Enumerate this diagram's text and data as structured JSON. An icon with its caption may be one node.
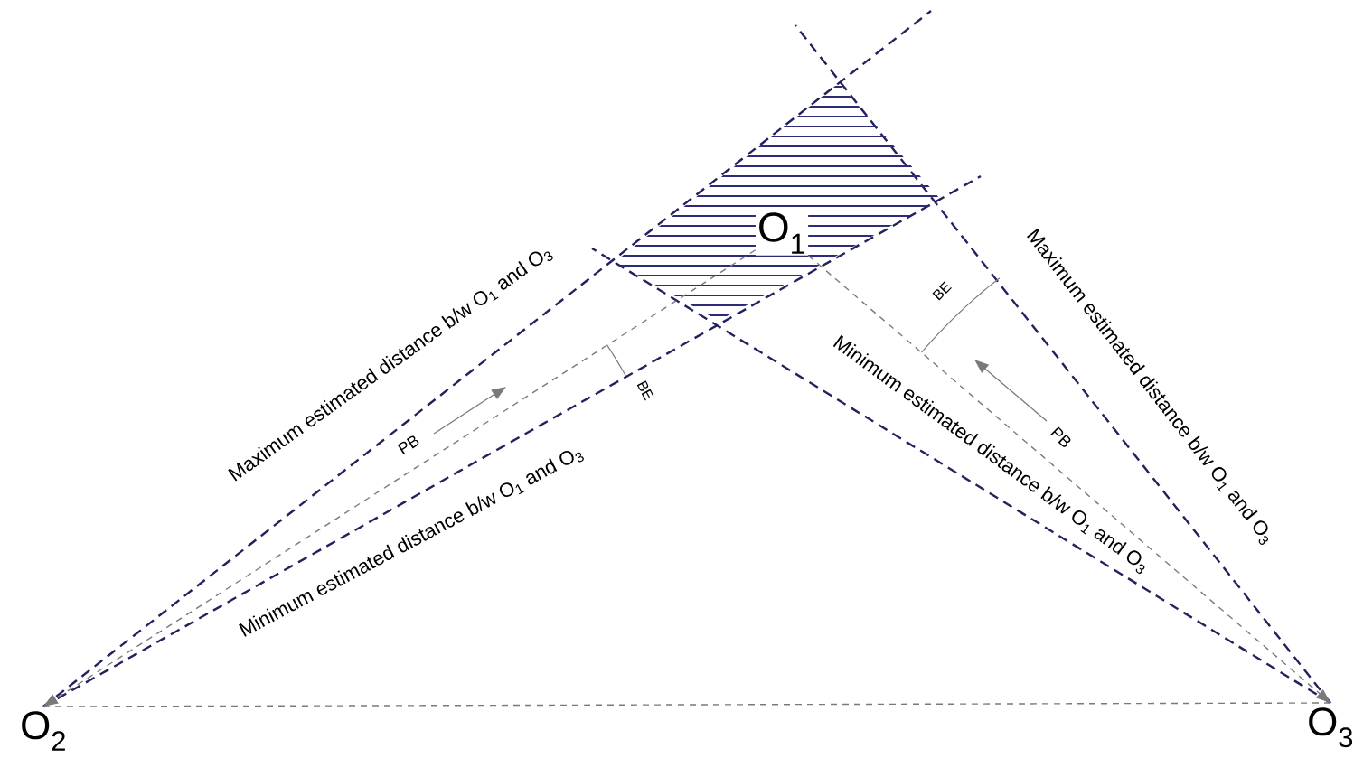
{
  "diagram": {
    "nodes": [
      {
        "text": [
          "O$_{1}$"
        ]
      },
      {
        "text": [
          "O$_{2}$"
        ]
      },
      {
        "text": [
          "O$_{3}$"
        ]
      }
    ],
    "edges": [
      {
        "from": 0,
        "to": 1,
        "arrow": "to",
        "style": "dashed"
      },
      {
        "from": 0,
        "to": 2,
        "arrow": "to",
        "style": "dashed"
      },
      {
        "from": 1,
        "to": 2,
        "arrow": "none",
        "style": "dashed"
      }
    ],
    "labels": [
      "Maximum estimated distance b/w O$_{1}$ and O$_{3}$",
      "Maximum estimated distance b/w O$_{1}$ and O$_{3}$",
      "BE",
      "BE",
      "Minimum estimated distance b/w O$_{1}$ and O$_{3}$",
      "PB",
      "PB",
      "Minimum estimated distance b/w O$_{1}$ and O$_{3}$"
    ]
  }
}
